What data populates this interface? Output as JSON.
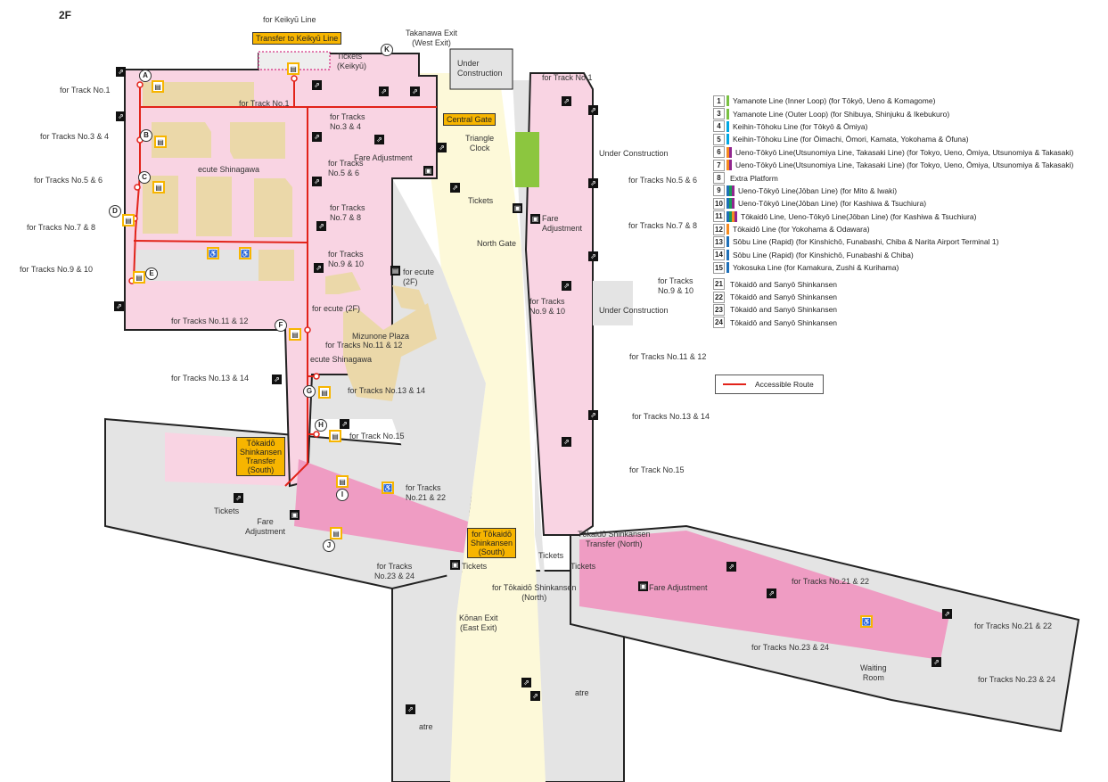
{
  "floor": "2F",
  "labels": [
    "for Keikyū Line",
    "Tickets\n(Keikyū)",
    "Takanawa Exit\n(West Exit)",
    "Under\nConstruction",
    "for Track No.1",
    "for Track No.1",
    "for Track No.1",
    "for Tracks No.3 & 4",
    "for Tracks\nNo.3 & 4",
    "Triangle\nClock",
    "Under Construction",
    "ecute Shinagawa",
    "for Tracks\nNo.5 & 6",
    "Fare Adjustment",
    "for Tracks No.5 & 6",
    "for Tracks No.5 & 6",
    "Tickets",
    "Fare\nAdjustment",
    "for Tracks\nNo.7 & 8",
    "for Tracks No.7 & 8",
    "for Tracks No.7 & 8",
    "North Gate",
    "for Tracks\nNo.9 & 10",
    "for ecute\n(2F)",
    "for Tracks No.9 & 10",
    "for Tracks\nNo.9 & 10",
    "for Tracks\nNo.9 & 10",
    "Under Construction",
    "for ecute (2F)",
    "for Tracks No.11 & 12",
    "Mizunone Plaza",
    "for Tracks No.11 & 12",
    "ecute Shinagawa",
    "for Tracks No.11 & 12",
    "for Tracks No.13 & 14",
    "for Tracks No.13 & 14",
    "for Tracks No.13 & 14",
    "for Track No.15",
    "for Tracks\nNo.21 & 22",
    "for Track No.15",
    "Tickets",
    "Fare\nAdjustment",
    "Tōkaidō Shinkansen\nTransfer (North)",
    "Tickets",
    "Tickets",
    "Tickets",
    "for Tracks\nNo.23 & 24",
    "for Tōkaidō Shinkansen\n(North)",
    "Fare Adjustment",
    "for Tracks No.21 & 22",
    "Kōnan Exit\n(East Exit)",
    "for Tracks No.21 & 22",
    "for Tracks No.23 & 24",
    "Waiting\nRoom",
    "for Tracks No.23 & 24",
    "atre",
    "atre"
  ],
  "yellow_boxes": {
    "keikyu_transfer": "Transfer to Keikyū Line",
    "central_gate": "Central Gate",
    "shinkansen_transfer_south": "Tōkaidō\nShinkansen\nTransfer\n(South)",
    "shinkansen_south": "for Tōkaidō\nShinkansen\n(South)"
  },
  "elevator_letters": [
    "A",
    "B",
    "C",
    "D",
    "E",
    "F",
    "G",
    "H",
    "I",
    "J",
    "K"
  ],
  "legend": [
    {
      "num": "1",
      "text": "Yamanote Line (Inner Loop) (for Tōkyō, Ueno & Komagome)",
      "colors": [
        "#7ac143"
      ]
    },
    {
      "num": "3",
      "text": "Yamanote Line (Outer Loop) (for Shibuya, Shinjuku & Ikebukuro)",
      "colors": [
        "#7ac143"
      ]
    },
    {
      "num": "4",
      "text": "Keihin-Tōhoku Line (for Tōkyō & Ōmiya)",
      "colors": [
        "#00a7e3"
      ]
    },
    {
      "num": "5",
      "text": "Keihin-Tōhoku Line (for Ōimachi, Ōmori, Kamata, Yokohama & Ōfuna)",
      "colors": [
        "#00a7e3"
      ]
    },
    {
      "num": "6",
      "text": "Ueno-Tōkyō Line(Utsunomiya Line, Takasaki Line) (for Tokyo, Ueno, Ōmiya, Utsunomiya & Takasaki)",
      "colors": [
        "#f68b1f",
        "#91268f"
      ]
    },
    {
      "num": "7",
      "text": "Ueno-Tōkyō Line(Utsunomiya Line, Takasaki Line) (for Tokyo, Ueno, Ōmiya, Utsunomiya & Takasaki)",
      "colors": [
        "#f68b1f",
        "#91268f"
      ]
    },
    {
      "num": "8",
      "text": "Extra Platform",
      "colors": []
    },
    {
      "num": "9",
      "text": "Ueno-Tōkyō Line(Jōban Line) (for Mito & Iwaki)",
      "colors": [
        "#1d6fb8",
        "#1b9a5a",
        "#91268f"
      ]
    },
    {
      "num": "10",
      "text": "Ueno-Tōkyō Line(Jōban Line) (for Kashiwa & Tsuchiura)",
      "colors": [
        "#1d6fb8",
        "#1b9a5a",
        "#91268f"
      ]
    },
    {
      "num": "11",
      "text": "Tōkaidō Line, Ueno-Tōkyō Line(Jōban Line) (for Kashiwa & Tsuchiura)",
      "colors": [
        "#1d6fb8",
        "#1b9a5a",
        "#f68b1f",
        "#91268f"
      ]
    },
    {
      "num": "12",
      "text": "Tōkaidō Line (for Yokohama & Odawara)",
      "colors": [
        "#f68b1f"
      ]
    },
    {
      "num": "13",
      "text": "Sōbu Line (Rapid) (for Kinshichō, Funabashi, Chiba & Narita Airport Terminal 1)",
      "colors": [
        "#1d6fb8"
      ]
    },
    {
      "num": "14",
      "text": "Sōbu Line (Rapid) (for Kinshichō, Funabashi & Chiba)",
      "colors": [
        "#1d6fb8"
      ]
    },
    {
      "num": "15",
      "text": "Yokosuka Line (for Kamakura, Zushi & Kurihama)",
      "colors": [
        "#1d6fb8"
      ]
    },
    {
      "num": "21",
      "text": "Tōkaidō and Sanyō Shinkansen",
      "colors": []
    },
    {
      "num": "22",
      "text": "Tōkaidō and Sanyō Shinkansen",
      "colors": []
    },
    {
      "num": "23",
      "text": "Tōkaidō and Sanyō Shinkansen",
      "colors": []
    },
    {
      "num": "24",
      "text": "Tōkaidō and Sanyō Shinkansen",
      "colors": []
    }
  ],
  "accessible_route_label": "Accessible Route",
  "colors": {
    "concourse": "#f9d4e3",
    "gate_area": "#ef9cc3",
    "walkway": "#fdf9d9",
    "shop": "#ebd8a9",
    "non_public": "#e4e4e4",
    "route": "#e2231a",
    "highlight": "#f7b500",
    "restroom_green": "#8cc63f"
  }
}
